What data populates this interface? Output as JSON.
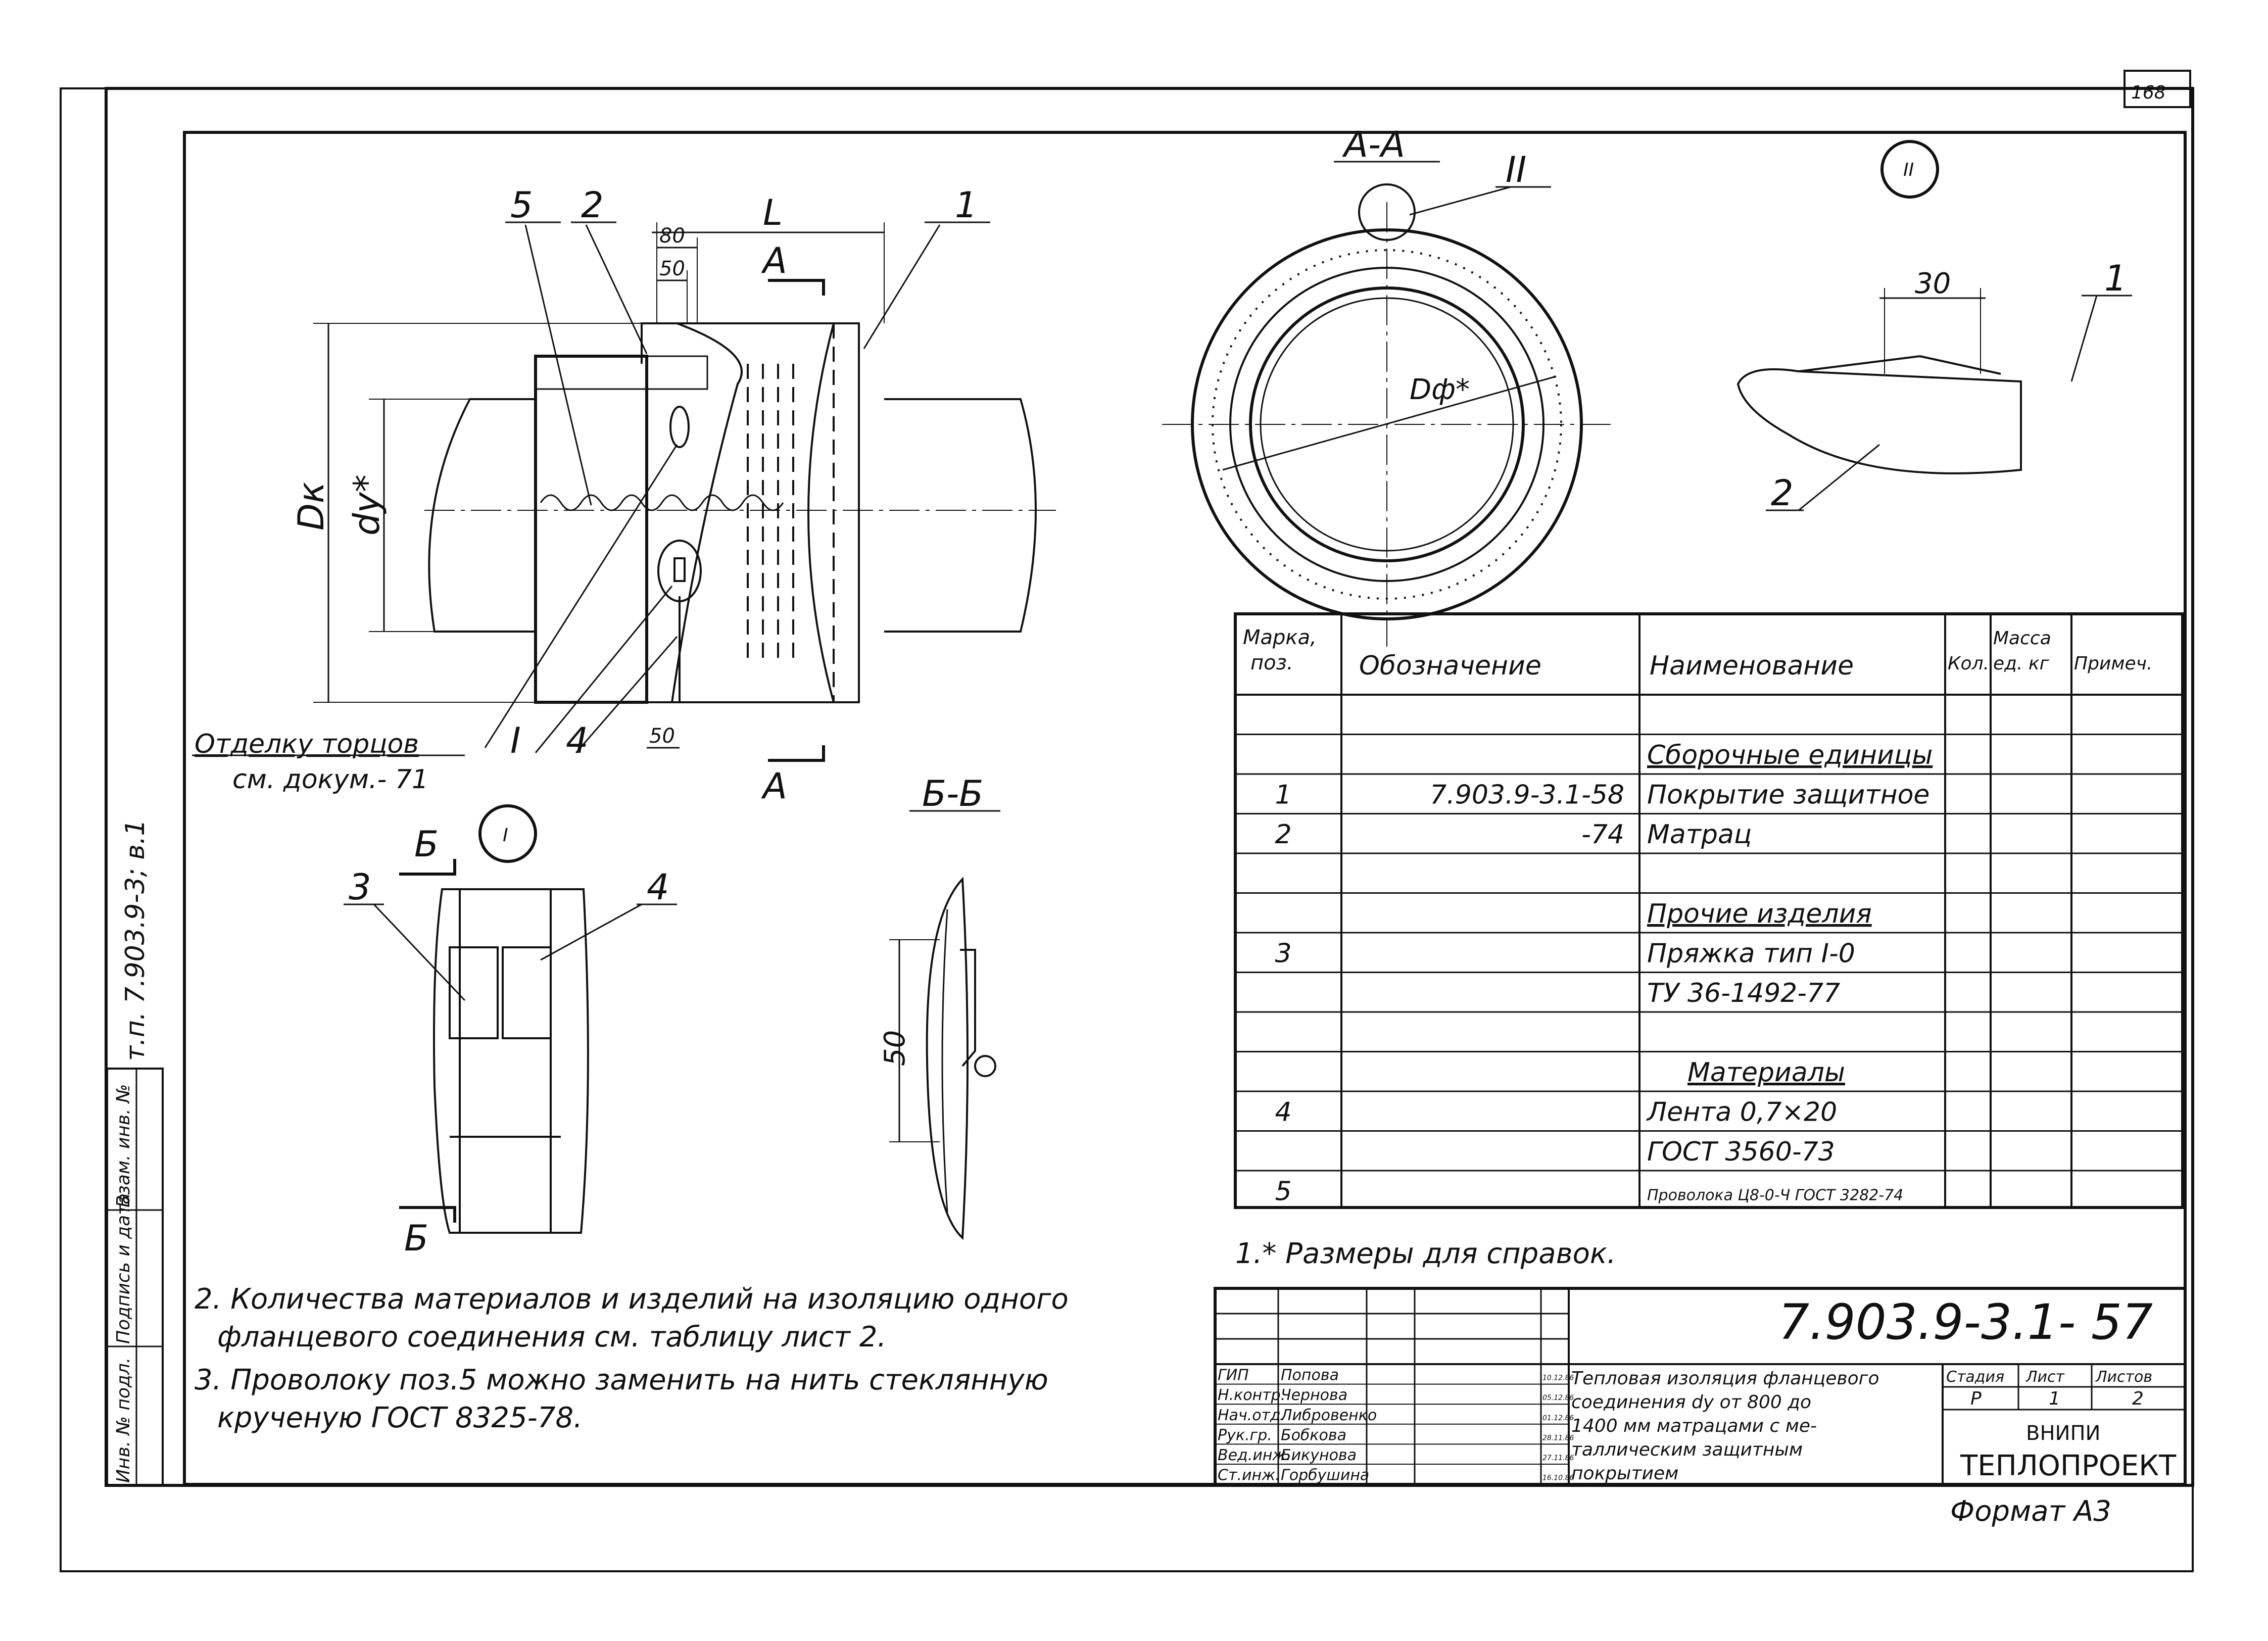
{
  "sheet_number": "168",
  "side_stamp": "т.п. 7.903.9-3; в.1",
  "side_columns": [
    "Инв. № подл.",
    "Подпись и дата",
    "Взам. инв. №"
  ],
  "views": {
    "main": {
      "labels": {
        "pos5": "5",
        "pos2": "2",
        "pos1": "1",
        "pos4": "4",
        "dim80": "80",
        "dim50_top": "50",
        "dimL": "L",
        "dim50_bottom": "50",
        "dk": "Dк",
        "dy": "dу*"
      },
      "section_marker_top": "A",
      "section_marker_bottom": "A",
      "detail_callout": "I",
      "note_line1": "Отделку торцов",
      "note_line2": "см. докум.- 71"
    },
    "section_aa": {
      "title": "А-А",
      "detail_callout": "II",
      "diameter_label": "Dф*"
    },
    "detail_ii": {
      "title": "II",
      "dim30": "30",
      "pos1": "1",
      "pos2": "2"
    },
    "detail_i": {
      "title": "I",
      "cut_mark_top": "Б",
      "cut_mark_bottom": "Б",
      "pos3": "3",
      "pos4": "4"
    },
    "section_bb": {
      "title": "Б-Б",
      "dim50": "50"
    }
  },
  "spec_table": {
    "headers": {
      "mark": "Марка, поз.",
      "designation": "Обозначение",
      "name": "Наименование",
      "qty": "Кол.",
      "mass": "Масса ед. кг",
      "note": "Примеч."
    },
    "rows": [
      {
        "mark": "",
        "designation": "",
        "name": ""
      },
      {
        "mark": "",
        "designation": "",
        "name": "Сборочные единицы"
      },
      {
        "mark": "1",
        "designation": "7.903.9-3.1-58",
        "name": "Покрытие защитное"
      },
      {
        "mark": "2",
        "designation": "-74",
        "name": "Матрац"
      },
      {
        "mark": "",
        "designation": "",
        "name": ""
      },
      {
        "mark": "",
        "designation": "",
        "name": "Прочие изделия"
      },
      {
        "mark": "3",
        "designation": "",
        "name": "Пряжка тип I-0"
      },
      {
        "mark": "",
        "designation": "",
        "name": "ТУ 36-1492-77"
      },
      {
        "mark": "",
        "designation": "",
        "name": ""
      },
      {
        "mark": "",
        "designation": "",
        "name": "Материалы"
      },
      {
        "mark": "4",
        "designation": "",
        "name": "Лента 0,7×20"
      },
      {
        "mark": "",
        "designation": "",
        "name": "ГОСТ 3560-73"
      },
      {
        "mark": "5",
        "designation": "",
        "name": "Проволока Ц8-0-Ч ГОСТ 3282-74"
      }
    ]
  },
  "notes": [
    "1.* Размеры для справок.",
    "2. Количества материалов и изделий на изоляцию одного",
    "фланцевого соединения см. таблицу лист 2.",
    "3. Проволоку поз.5 можно заменить на нить стеклянную",
    "крученую ГОСТ 8325-78."
  ],
  "title_block": {
    "doc_number": "7.903.9-3.1- 57",
    "signatures": [
      {
        "role": "ГИП",
        "name": "Попова",
        "date": "10.12.86"
      },
      {
        "role": "Н.контр.",
        "name": "Чернова",
        "date": "05.12.86"
      },
      {
        "role": "Нач.отд.",
        "name": "Либровенко",
        "date": "01.12.86"
      },
      {
        "role": "Рук.гр.",
        "name": "Бобкова",
        "date": "28.11.86"
      },
      {
        "role": "Вед.инж.",
        "name": "Бикунова",
        "date": "27.11.86"
      },
      {
        "role": "Ст.инж.",
        "name": "Горбушина",
        "date": "16.10.86"
      }
    ],
    "title_lines": [
      "Тепловая изоляция фланцевого",
      "соединения dу от 800 до",
      "1400 мм матрацами с ме-",
      "таллическим защитным",
      "покрытием"
    ],
    "stage_label": "Стадия",
    "sheet_label": "Лист",
    "sheets_label": "Листов",
    "stage": "Р",
    "sheet": "1",
    "sheets": "2",
    "org_line1": "ВНИПИ",
    "org_line2": "ТЕПЛОПРОЕКТ",
    "format": "Формат А3"
  }
}
